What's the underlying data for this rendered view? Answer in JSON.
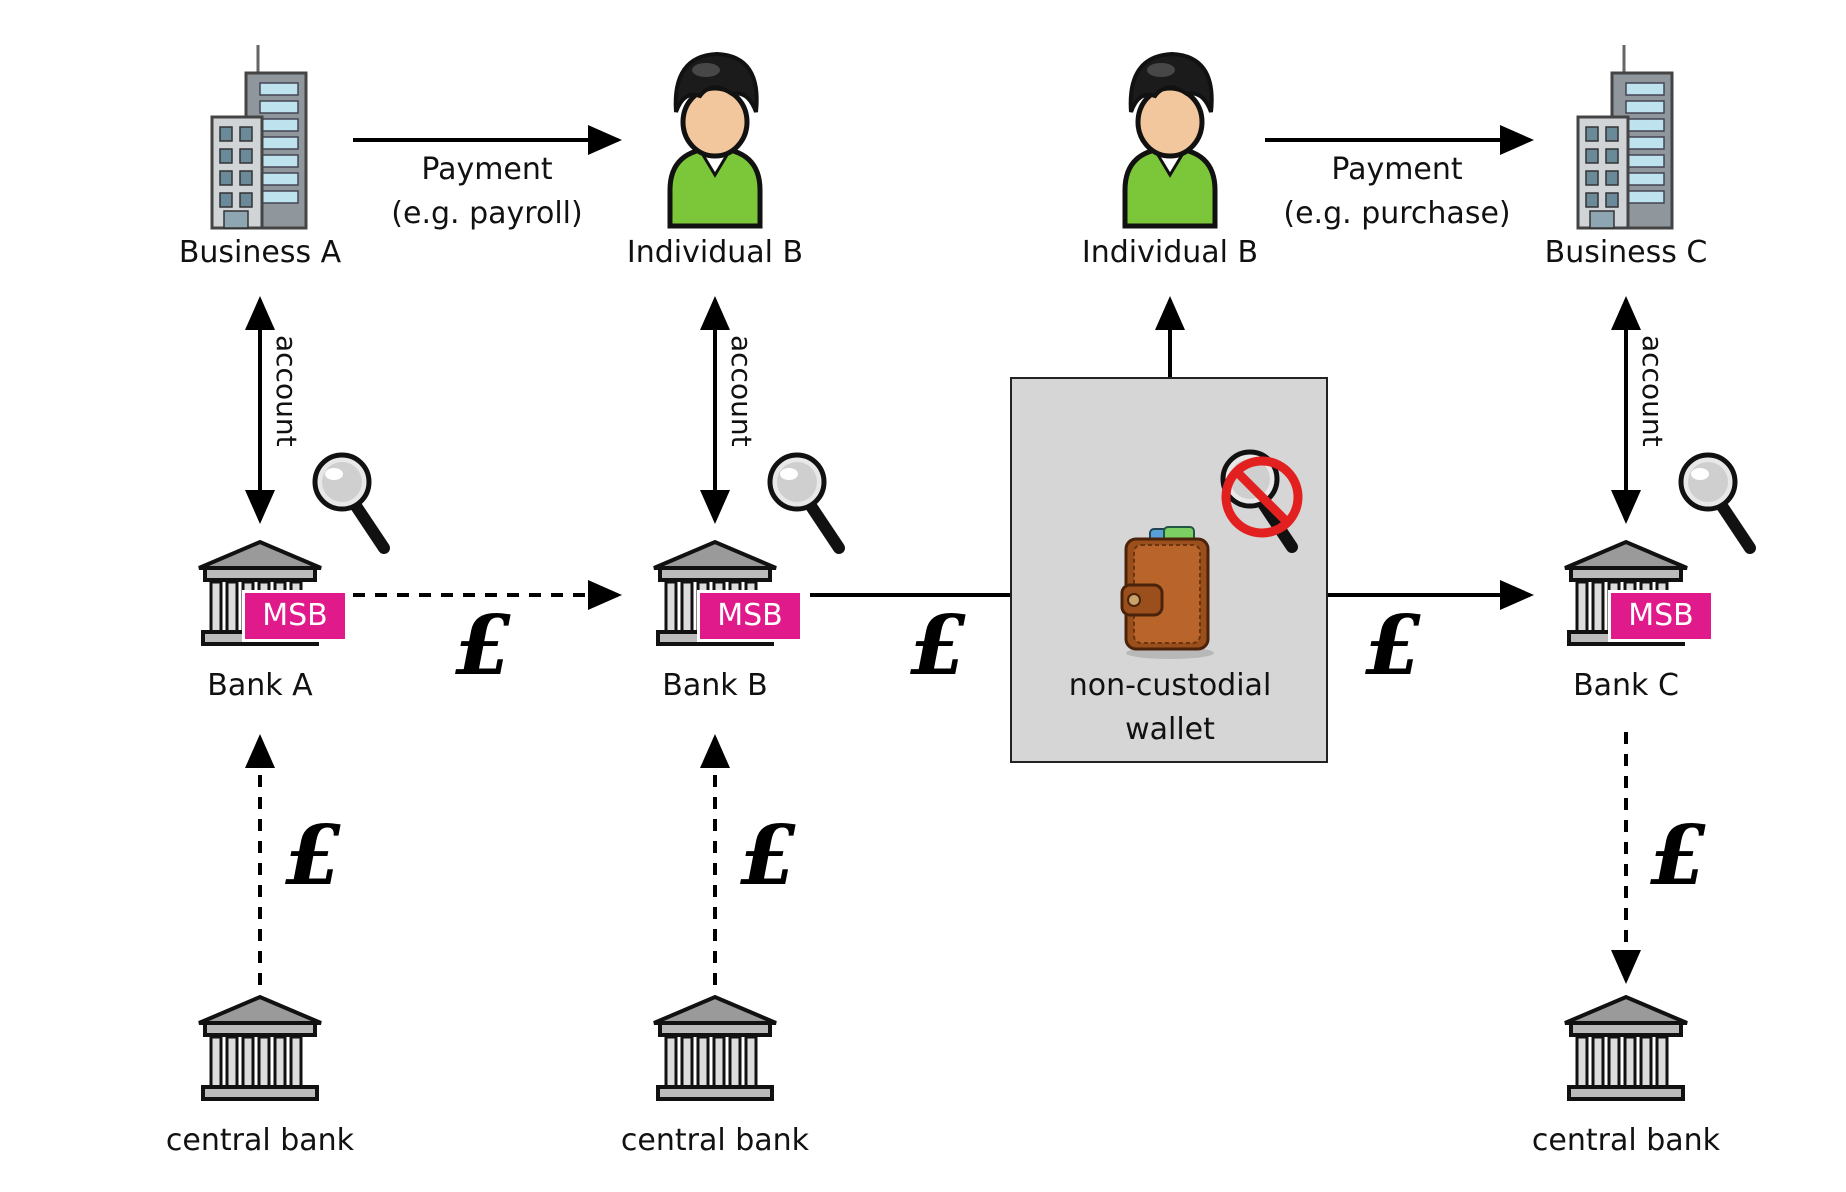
{
  "colors": {
    "msb_badge": "#e01a8a",
    "wallet_box": "#d6d6d6",
    "person_shirt": "#7cc63a",
    "no_sign": "#e32020"
  },
  "entities": {
    "business_a": "Business A",
    "individual_b_left": "Individual B",
    "individual_b_right": "Individual B",
    "business_c": "Business C",
    "bank_a": "Bank A",
    "bank_b": "Bank B",
    "bank_c": "Bank C",
    "wallet_line1": "non-custodial",
    "wallet_line2": "wallet",
    "central_bank_a": "central bank",
    "central_bank_b": "central bank",
    "central_bank_c": "central bank"
  },
  "badges": {
    "msb": "MSB"
  },
  "flows": {
    "payment1_line1": "Payment",
    "payment1_line2": "(e.g.  payroll)",
    "payment2_line1": "Payment",
    "payment2_line2": "(e.g.  purchase)",
    "account": "account",
    "currency": "£"
  },
  "icons": {
    "building": "office-building-icon",
    "person": "person-icon",
    "bank": "bank-building-icon",
    "magnifier": "magnifying-glass-icon",
    "no_surveillance": "no-magnifier-icon",
    "wallet": "wallet-icon"
  }
}
